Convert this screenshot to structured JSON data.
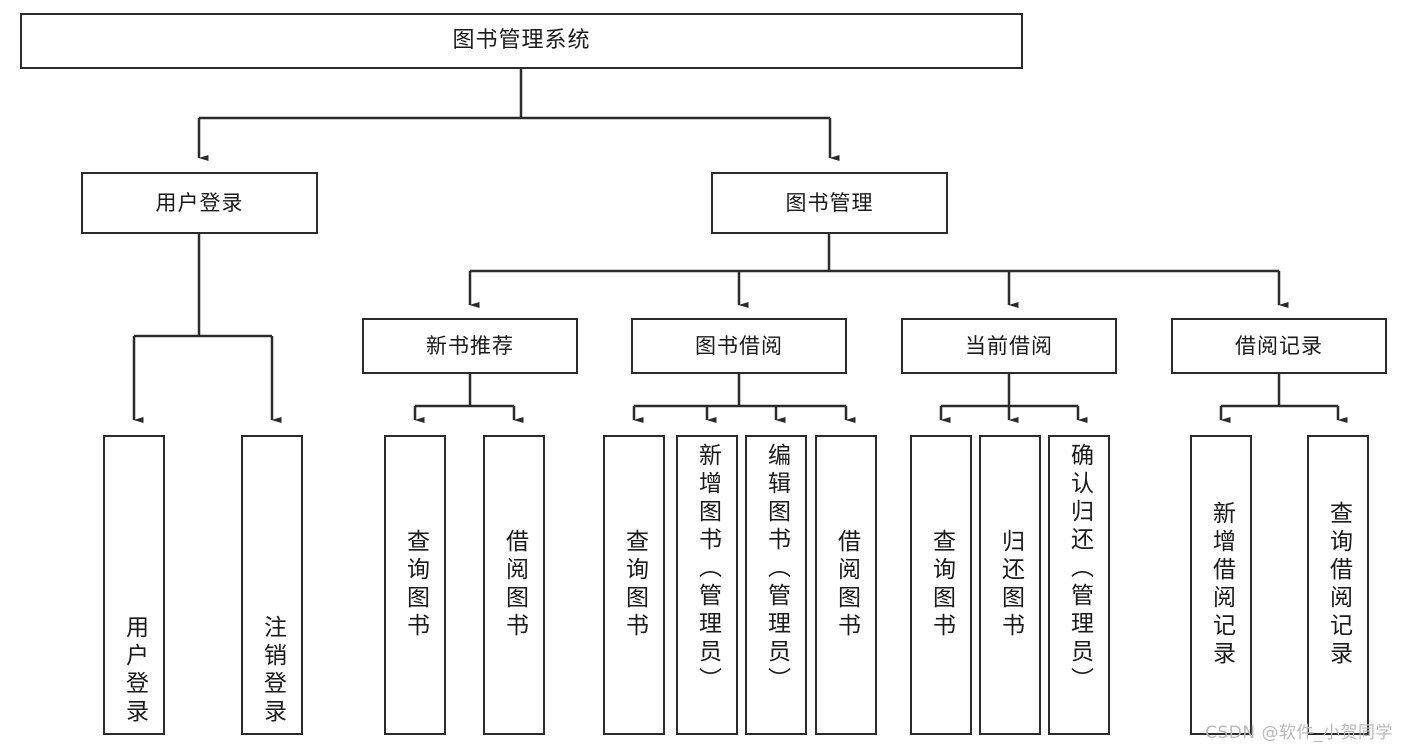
{
  "diagram": {
    "title": "图书管理系统",
    "watermark": "CSDN @软件_小贺同学",
    "colors": {
      "stroke": "#2b2b2b",
      "fill": "#ffffff",
      "text": "#1a1a1a",
      "watermark": "#b9b9b9"
    },
    "nodes": {
      "root": {
        "label": "图书管理系统"
      },
      "level2": [
        {
          "id": "user-login",
          "label": "用户登录"
        },
        {
          "id": "book-manage",
          "label": "图书管理"
        }
      ],
      "level3": [
        {
          "id": "new-book-recommend",
          "label": "新书推荐"
        },
        {
          "id": "book-borrow",
          "label": "图书借阅"
        },
        {
          "id": "current-borrow",
          "label": "当前借阅"
        },
        {
          "id": "borrow-record",
          "label": "借阅记录"
        }
      ],
      "leaves": {
        "user-login": [
          {
            "id": "leaf-user-login",
            "label": "用户登录"
          },
          {
            "id": "leaf-user-logout",
            "label": "注销登录"
          }
        ],
        "new-book-recommend": [
          {
            "id": "leaf-query-book-1",
            "label": "查询图书"
          },
          {
            "id": "leaf-borrow-book-1",
            "label": "借阅图书"
          }
        ],
        "book-borrow": [
          {
            "id": "leaf-query-book-2",
            "label": "查询图书"
          },
          {
            "id": "leaf-add-book",
            "label": "新增图书（管理员）"
          },
          {
            "id": "leaf-edit-book",
            "label": "编辑图书（管理员）"
          },
          {
            "id": "leaf-borrow-book-2",
            "label": "借阅图书"
          }
        ],
        "current-borrow": [
          {
            "id": "leaf-query-book-3",
            "label": "查询图书"
          },
          {
            "id": "leaf-return-book",
            "label": "归还图书"
          },
          {
            "id": "leaf-confirm-return",
            "label": "确认归还（管理员）"
          }
        ],
        "borrow-record": [
          {
            "id": "leaf-add-record",
            "label": "新增借阅记录"
          },
          {
            "id": "leaf-query-record",
            "label": "查询借阅记录"
          }
        ]
      }
    }
  }
}
